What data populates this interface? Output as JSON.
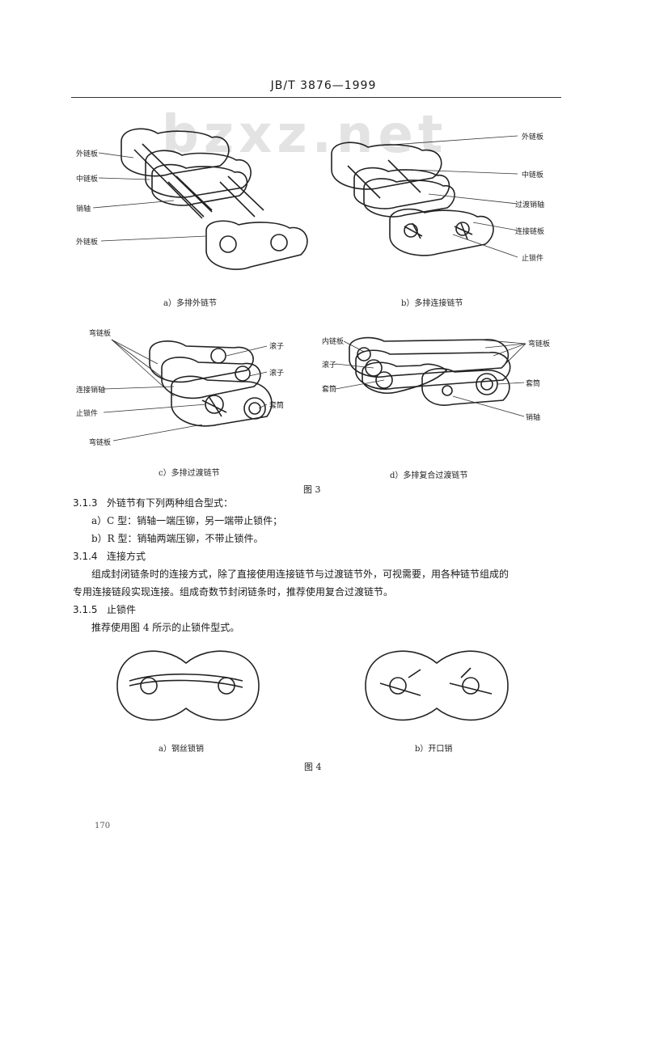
{
  "header": {
    "standard": "JB/T 3876—1999"
  },
  "watermark": "bzxz.net",
  "figure3": {
    "a": {
      "caption": "a）多排外链节",
      "labels": {
        "outer_plate_top": "外链板",
        "middle_plate": "中链板",
        "pin": "销轴",
        "outer_plate_bottom": "外链板"
      }
    },
    "b": {
      "caption": "b）多排连接链节",
      "labels": {
        "outer_plate": "外链板",
        "middle_plate": "中链板",
        "transition_pin": "过渡销轴",
        "connecting_plate": "连接链板",
        "lock": "止锁件"
      }
    },
    "c": {
      "caption": "c）多排过渡链节",
      "labels": {
        "bent_plate_top": "弯链板",
        "roller_1": "滚子",
        "roller_2": "滚子",
        "connecting_pin": "连接销轴",
        "lock": "止锁件",
        "bushing": "套筒",
        "bent_plate_bottom": "弯链板"
      }
    },
    "d": {
      "caption": "d）多排复合过渡链节",
      "labels": {
        "inner_plate": "内链板",
        "roller": "滚子",
        "bushing_left": "套筒",
        "bent_plate": "弯链板",
        "bushing_right": "套筒",
        "pin": "销轴"
      }
    },
    "title": "图 3"
  },
  "text": {
    "s313_num": "3.1.3",
    "s313_title": "外链节有下列两种组合型式：",
    "s313_a": "a）C 型：销轴一端压铆，另一端带止锁件；",
    "s313_b": "b）R 型：销轴两端压铆，不带止锁件。",
    "s314_num": "3.1.4",
    "s314_title": "连接方式",
    "s314_p1": "组成封闭链条时的连接方式，除了直接使用连接链节与过渡链节外，可视需要，用各种链节组成的",
    "s314_p2": "专用连接链段实现连接。组成奇数节封闭链条时，推荐使用复合过渡链节。",
    "s315_num": "3.1.5",
    "s315_title": "止锁件",
    "s315_p1": "推荐使用图 4 所示的止锁件型式。"
  },
  "figure4": {
    "a_caption": "a）钢丝锁销",
    "b_caption": "b）开口销",
    "title": "图 4"
  },
  "page_number": "170"
}
